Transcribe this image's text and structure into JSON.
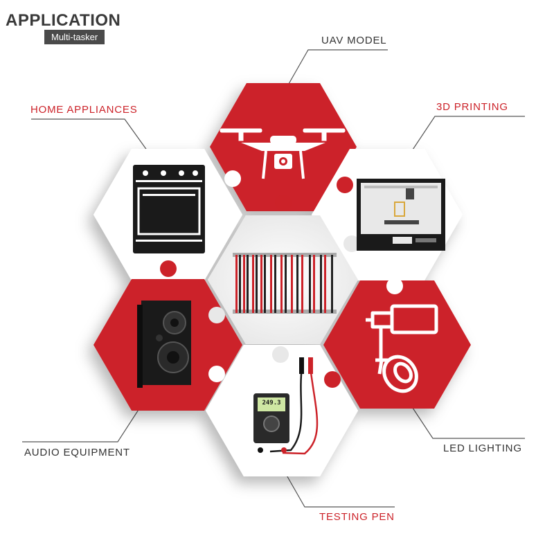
{
  "header": {
    "title": "APPLICATION",
    "subtitle": "Multi-tasker"
  },
  "colors": {
    "accent": "#cc2229",
    "dark": "#333333",
    "panel": "#ffffff",
    "line": "#555555"
  },
  "labels": {
    "uav_model": "UAV MODEL",
    "home_appliances": "HOME APPLIANCES",
    "printing_3d": "3D PRINTING",
    "audio_equipment": "AUDIO EQUIPMENT",
    "led_lighting": "LED LIGHTING",
    "testing_pen": "TESTING PEN"
  },
  "multimeter": {
    "reading": "249.3"
  },
  "icons": [
    "drone-icon",
    "oven-icon",
    "3d-printer-icon",
    "wire-bundle-icon",
    "speaker-icon",
    "spotlight-icon",
    "multimeter-icon"
  ]
}
